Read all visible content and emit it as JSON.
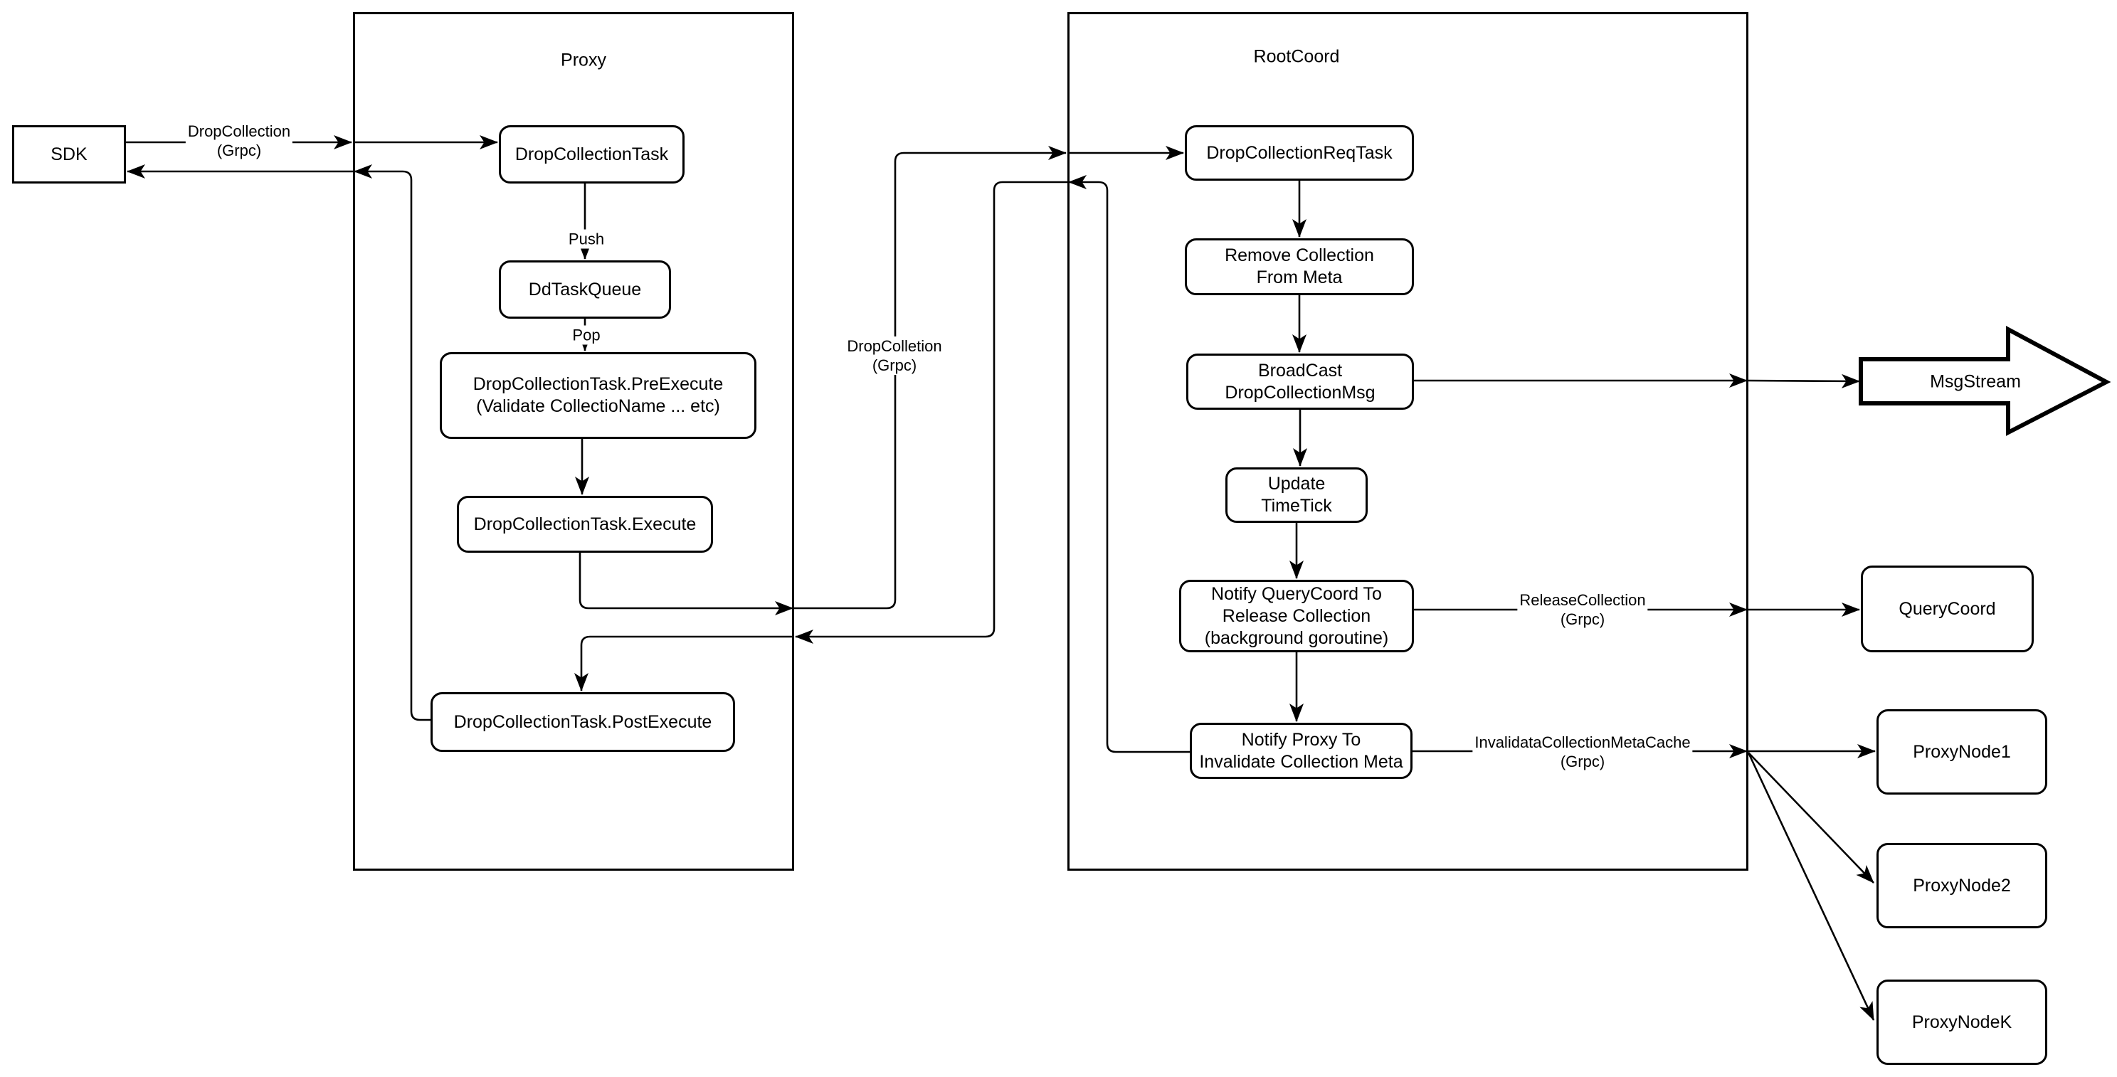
{
  "diagram": {
    "sdk": {
      "label": "SDK"
    },
    "proxy": {
      "title": "Proxy",
      "nodes": {
        "drop_collection_task": "DropCollectionTask",
        "dd_task_queue": "DdTaskQueue",
        "pre_execute_line1": "DropCollectionTask.PreExecute",
        "pre_execute_line2": "(Validate CollectioName ... etc)",
        "execute": "DropCollectionTask.Execute",
        "post_execute": "DropCollectionTask.PostExecute"
      }
    },
    "rootcoord": {
      "title": "RootCoord",
      "nodes": {
        "req_task": "DropCollectionReqTask",
        "remove_meta_line1": "Remove Collection",
        "remove_meta_line2": "From Meta",
        "broadcast_line1": "BroadCast",
        "broadcast_line2": "DropCollectionMsg",
        "update_timetick": "Update TimeTick",
        "notify_qc_line1": "Notify QueryCoord To",
        "notify_qc_line2": "Release Collection",
        "notify_qc_line3": "(background goroutine)",
        "notify_proxy_line1": "Notify Proxy To",
        "notify_proxy_line2": "Invalidate Collection Meta"
      }
    },
    "right": {
      "msgstream": "MsgStream",
      "querycoord": "QueryCoord",
      "proxynode1": "ProxyNode1",
      "proxynode2": "ProxyNode2",
      "proxynodek": "ProxyNodeK"
    },
    "edge_labels": {
      "sdk_to_proxy_line1": "DropCollection",
      "sdk_to_proxy_line2": "(Grpc)",
      "push": "Push",
      "pop": "Pop",
      "proxy_to_rootcoord_line1": "DropColletion",
      "proxy_to_rootcoord_line2": "(Grpc)",
      "release_line1": "ReleaseCollection",
      "release_line2": "(Grpc)",
      "invalidate_line1": "InvalidataCollectionMetaCache",
      "invalidate_line2": "(Grpc)"
    },
    "colors": {
      "stroke": "#000000",
      "background": "#ffffff"
    }
  }
}
